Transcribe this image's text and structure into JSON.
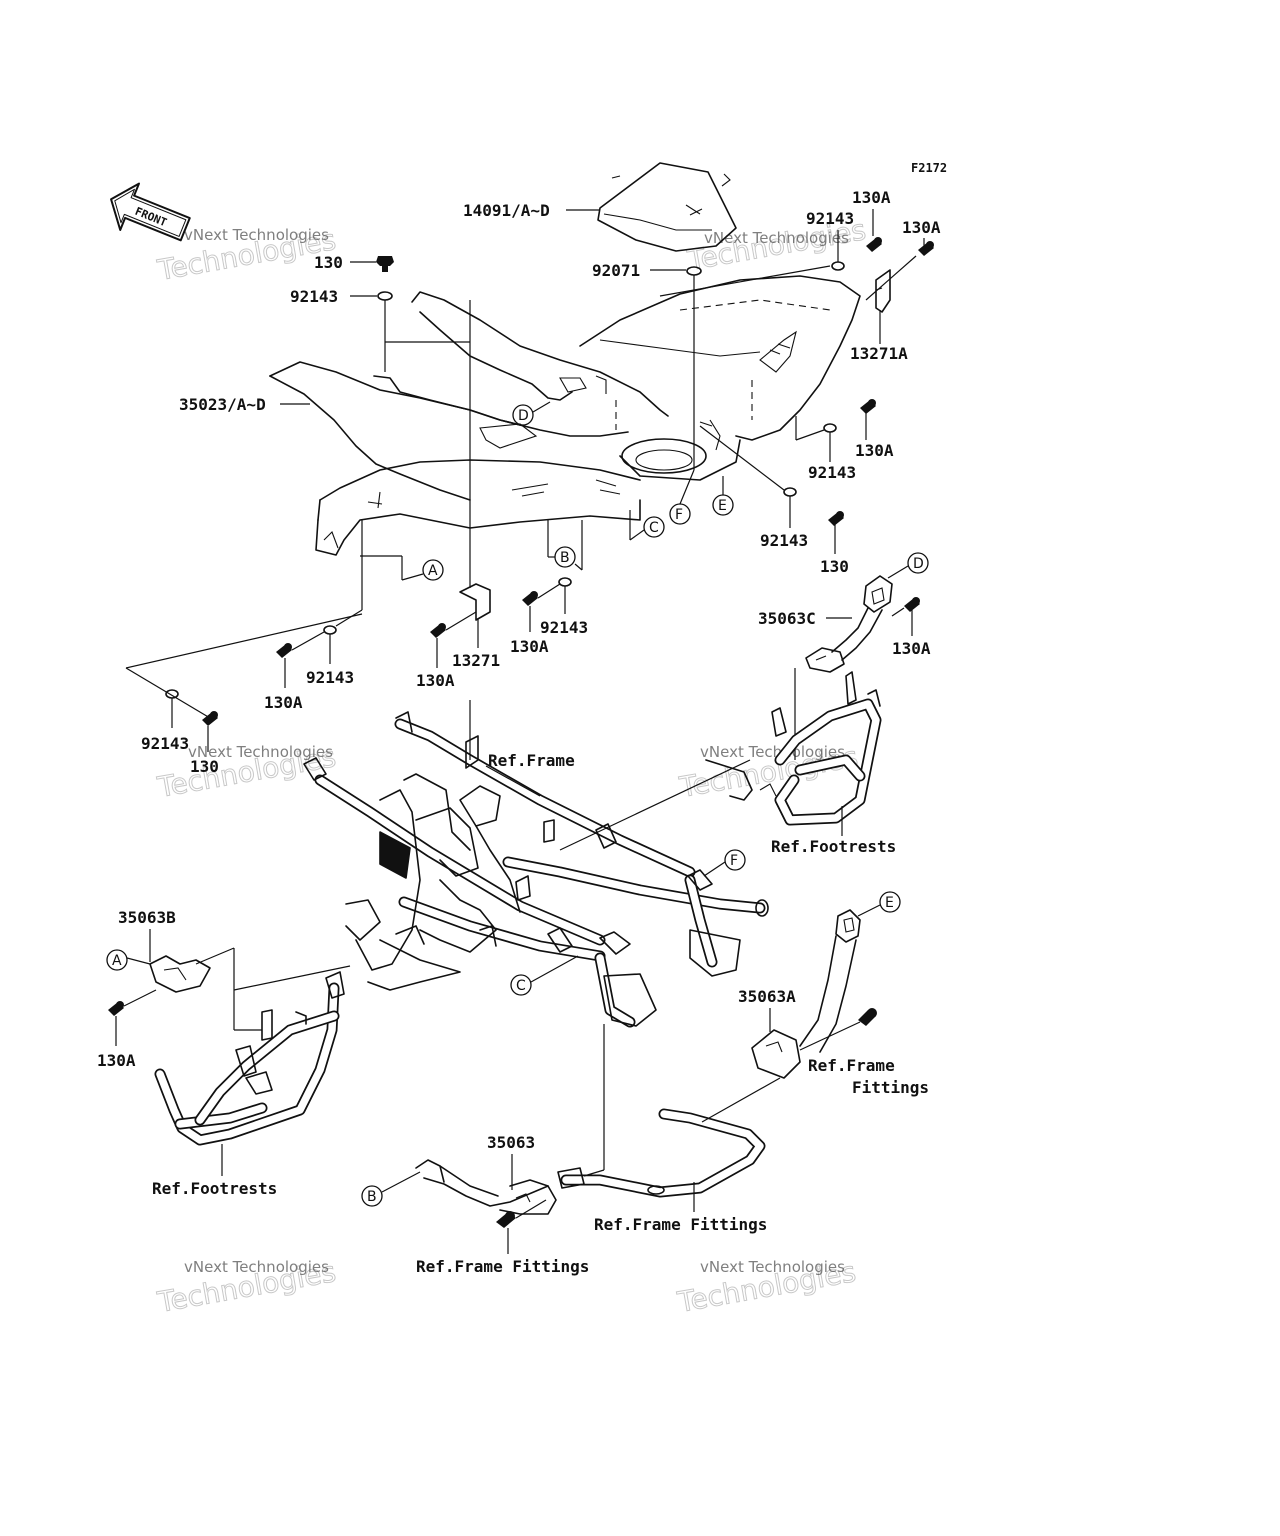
{
  "diagram": {
    "code": "F2172",
    "front_arrow": "FRONT",
    "watermark": {
      "line1": "vNext Technologies",
      "line2": "Technologies"
    },
    "labels": {
      "seat": "14091/A~D",
      "grommet": "92071",
      "fender": "35023/A~D",
      "bolt_130_top": "130",
      "washer_top_left": "92143",
      "washer_top_right": "92143",
      "bolt_130a_top": "130A",
      "bolt_130a_right": "130A",
      "bracket_13271a": "13271A",
      "bolt_130a_mid": "130A",
      "washer_mid_right": "92143",
      "washer_e": "92143",
      "bolt_130_e": "130",
      "washer_b": "92143",
      "bolt_130a_b": "130A",
      "bracket_13271": "13271",
      "bolt_130a_13271": "130A",
      "washer_left": "92143",
      "bolt_130a_left": "130A",
      "washer_far_left": "92143",
      "bolt_130_far_left": "130",
      "stay_35063c": "35063C",
      "bolt_130a_d": "130A",
      "ref_frame": "Ref.Frame",
      "ref_footrests_right": "Ref.Footrests",
      "stay_35063b": "35063B",
      "bolt_130a_lower": "130A",
      "ref_footrests_left": "Ref.Footrests",
      "stay_35063a": "35063A",
      "ref_frame_fittings_1a": "Ref.Frame",
      "ref_frame_fittings_1b": "Fittings",
      "stay_35063": "35063",
      "ref_frame_fittings_2": "Ref.Frame Fittings",
      "ref_frame_fittings_3": "Ref.Frame Fittings"
    },
    "callouts": {
      "A": "A",
      "B": "B",
      "C": "C",
      "D": "D",
      "E": "E",
      "F": "F"
    }
  }
}
